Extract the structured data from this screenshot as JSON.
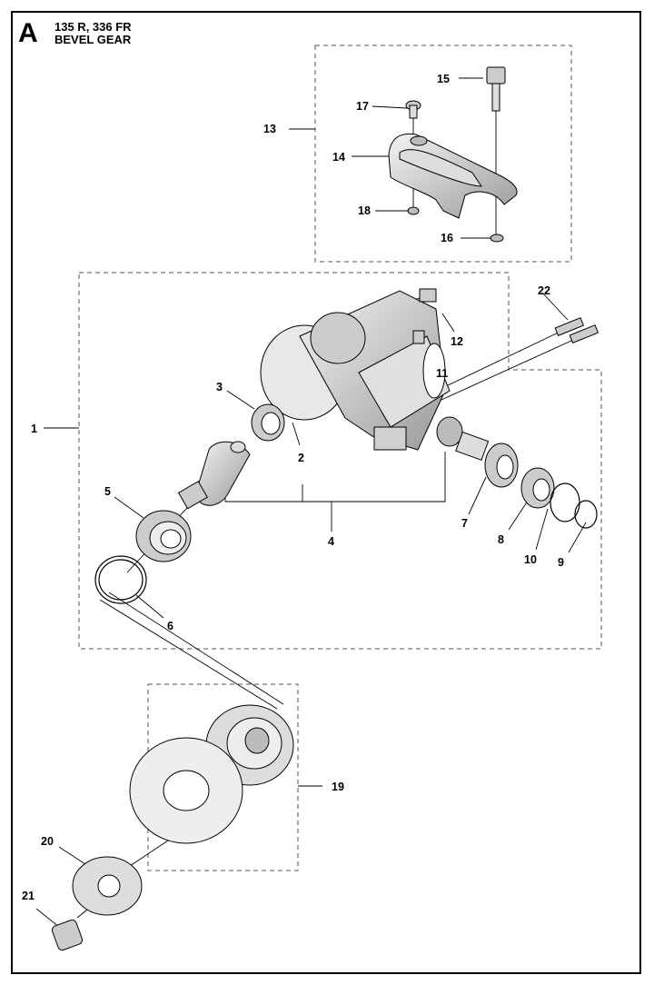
{
  "header": {
    "letter": "A",
    "model": "135 R, 336 FR",
    "title": "BEVEL GEAR"
  },
  "callouts": {
    "c1": "1",
    "c2": "2",
    "c3": "3",
    "c4": "4",
    "c5": "5",
    "c6": "6",
    "c7": "7",
    "c8": "8",
    "c9": "9",
    "c10": "10",
    "c11": "11",
    "c12": "12",
    "c13": "13",
    "c14": "14",
    "c15": "15",
    "c16": "16",
    "c17": "17",
    "c18": "18",
    "c19": "19",
    "c20": "20",
    "c21": "21",
    "c22": "22"
  }
}
